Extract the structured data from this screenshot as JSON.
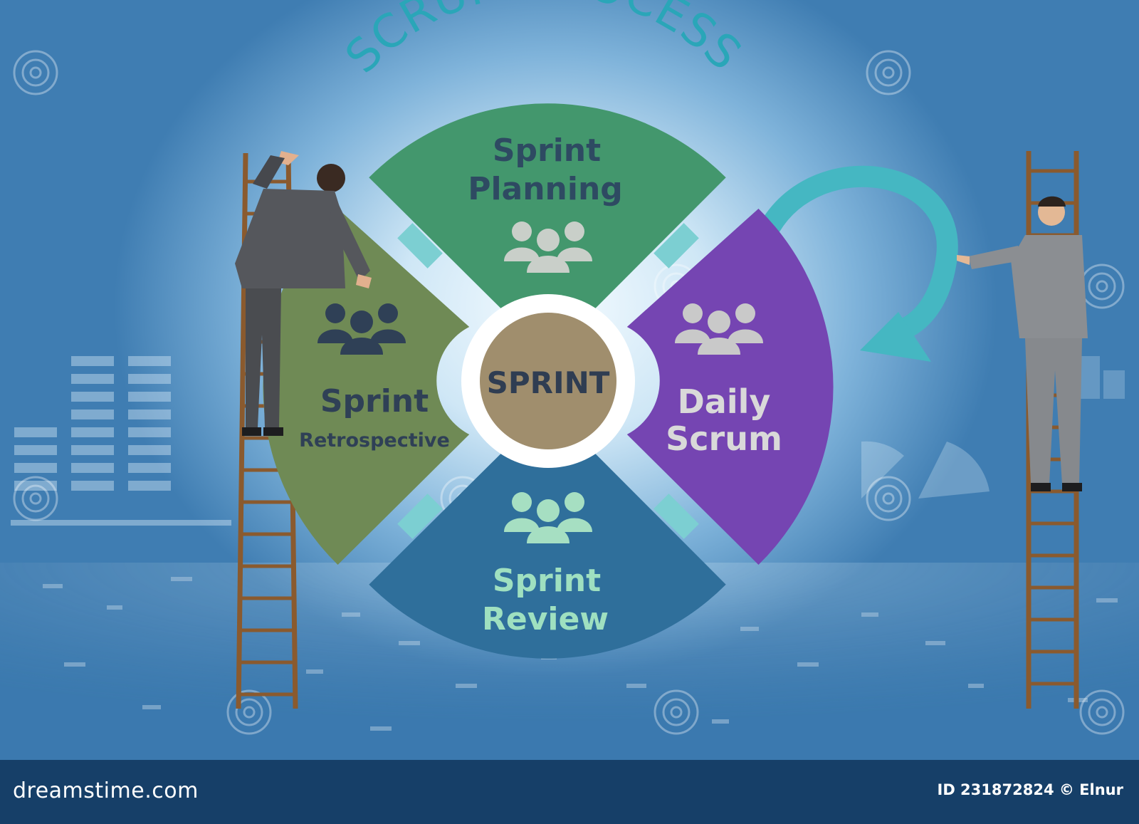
{
  "title": "SCRUM PROCESS",
  "center_label": "SPRINT",
  "segments": {
    "planning": {
      "line1": "Sprint",
      "line2": "Planning",
      "color": "#43976d",
      "text_color": "#2e4a62",
      "icon_color": "#c9cfc9"
    },
    "daily": {
      "line1": "Daily",
      "line2": "Scrum",
      "color": "#7545b2",
      "text_color": "#d9d9d9",
      "icon_color": "#c9c9c9"
    },
    "review": {
      "line1": "Sprint",
      "line2": "Review",
      "color": "#2f6f9b",
      "text_color": "#9fe0c0",
      "icon_color": "#a6dfc2"
    },
    "retrospective": {
      "line1": "Sprint",
      "line2": "Retrospective",
      "color": "#6f8a55",
      "text_color": "#2f4056",
      "icon_color": "#2f4056"
    }
  },
  "colors": {
    "title": "#2aa6b8",
    "center": "#a08e6d",
    "connector": "#7ccfd2",
    "arrow": "#45b7c2"
  },
  "watermark": "dreamstime",
  "footer": {
    "brand": "dreamstime.com",
    "credit": "ID 231872824 © Elnur"
  }
}
